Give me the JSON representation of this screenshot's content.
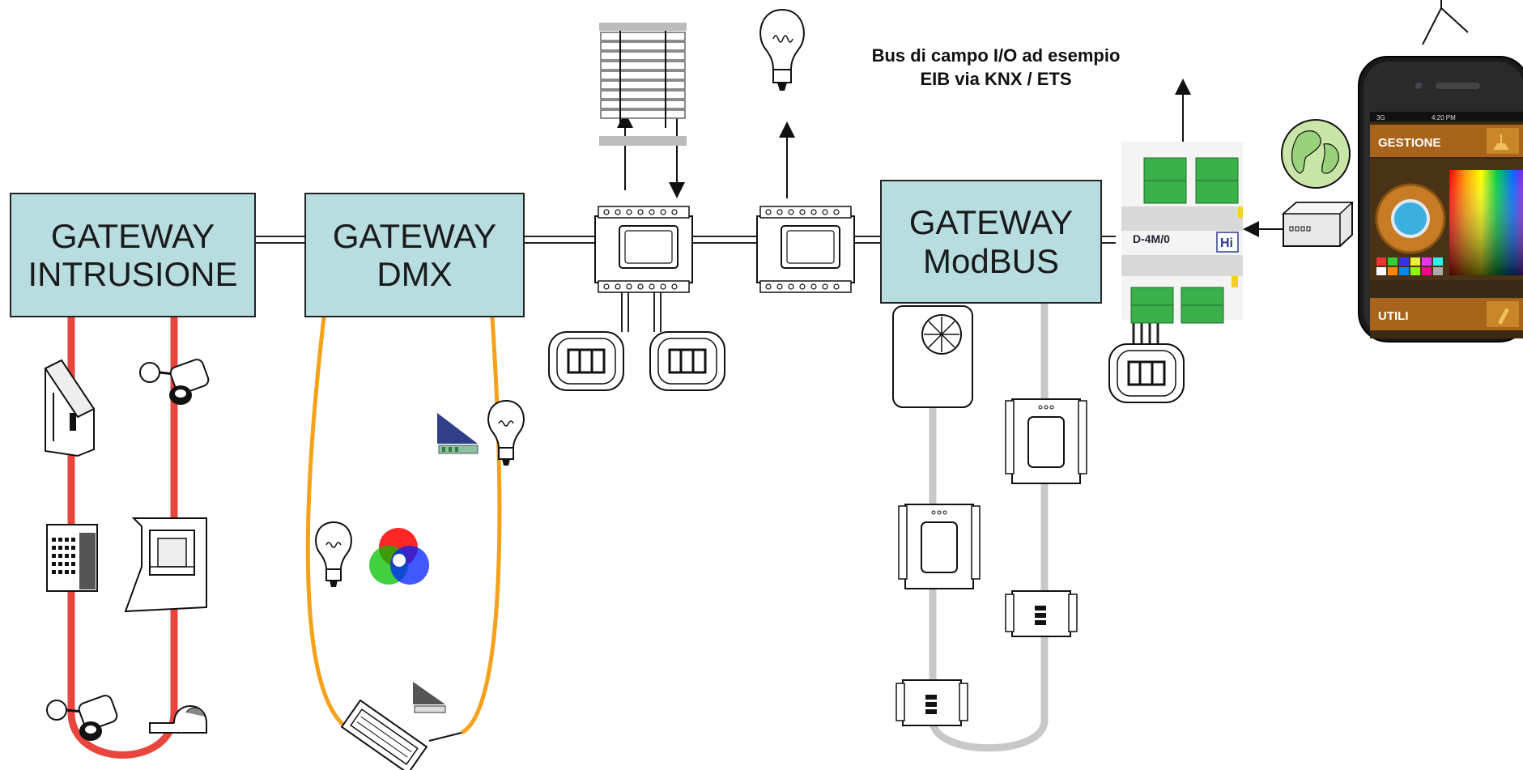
{
  "gateways": {
    "intrusione": {
      "line1": "GATEWAY",
      "line2": "INTRUSIONE"
    },
    "dmx": {
      "line1": "GATEWAY",
      "line2": "DMX"
    },
    "modbus": {
      "line1": "GATEWAY",
      "line2": "ModBUS"
    }
  },
  "bus_note": {
    "line1": "Bus di campo I/O ad esempio",
    "line2": "EIB via KNX / ETS"
  },
  "io_module": {
    "model": "D-4M/0",
    "brand": "Hi"
  },
  "phone": {
    "status_signal": "3G",
    "status_time": "4:20 PM",
    "menu_top": "GESTIONE",
    "menu_bottom": "UTILI"
  },
  "colors": {
    "gateway_fill": "#b7dde0",
    "intrusion_bus": "#e8453c",
    "dmx_bus": "#f5a11a",
    "modbus_bus": "#c8c8c8",
    "io_connector": "#3cb04a"
  }
}
